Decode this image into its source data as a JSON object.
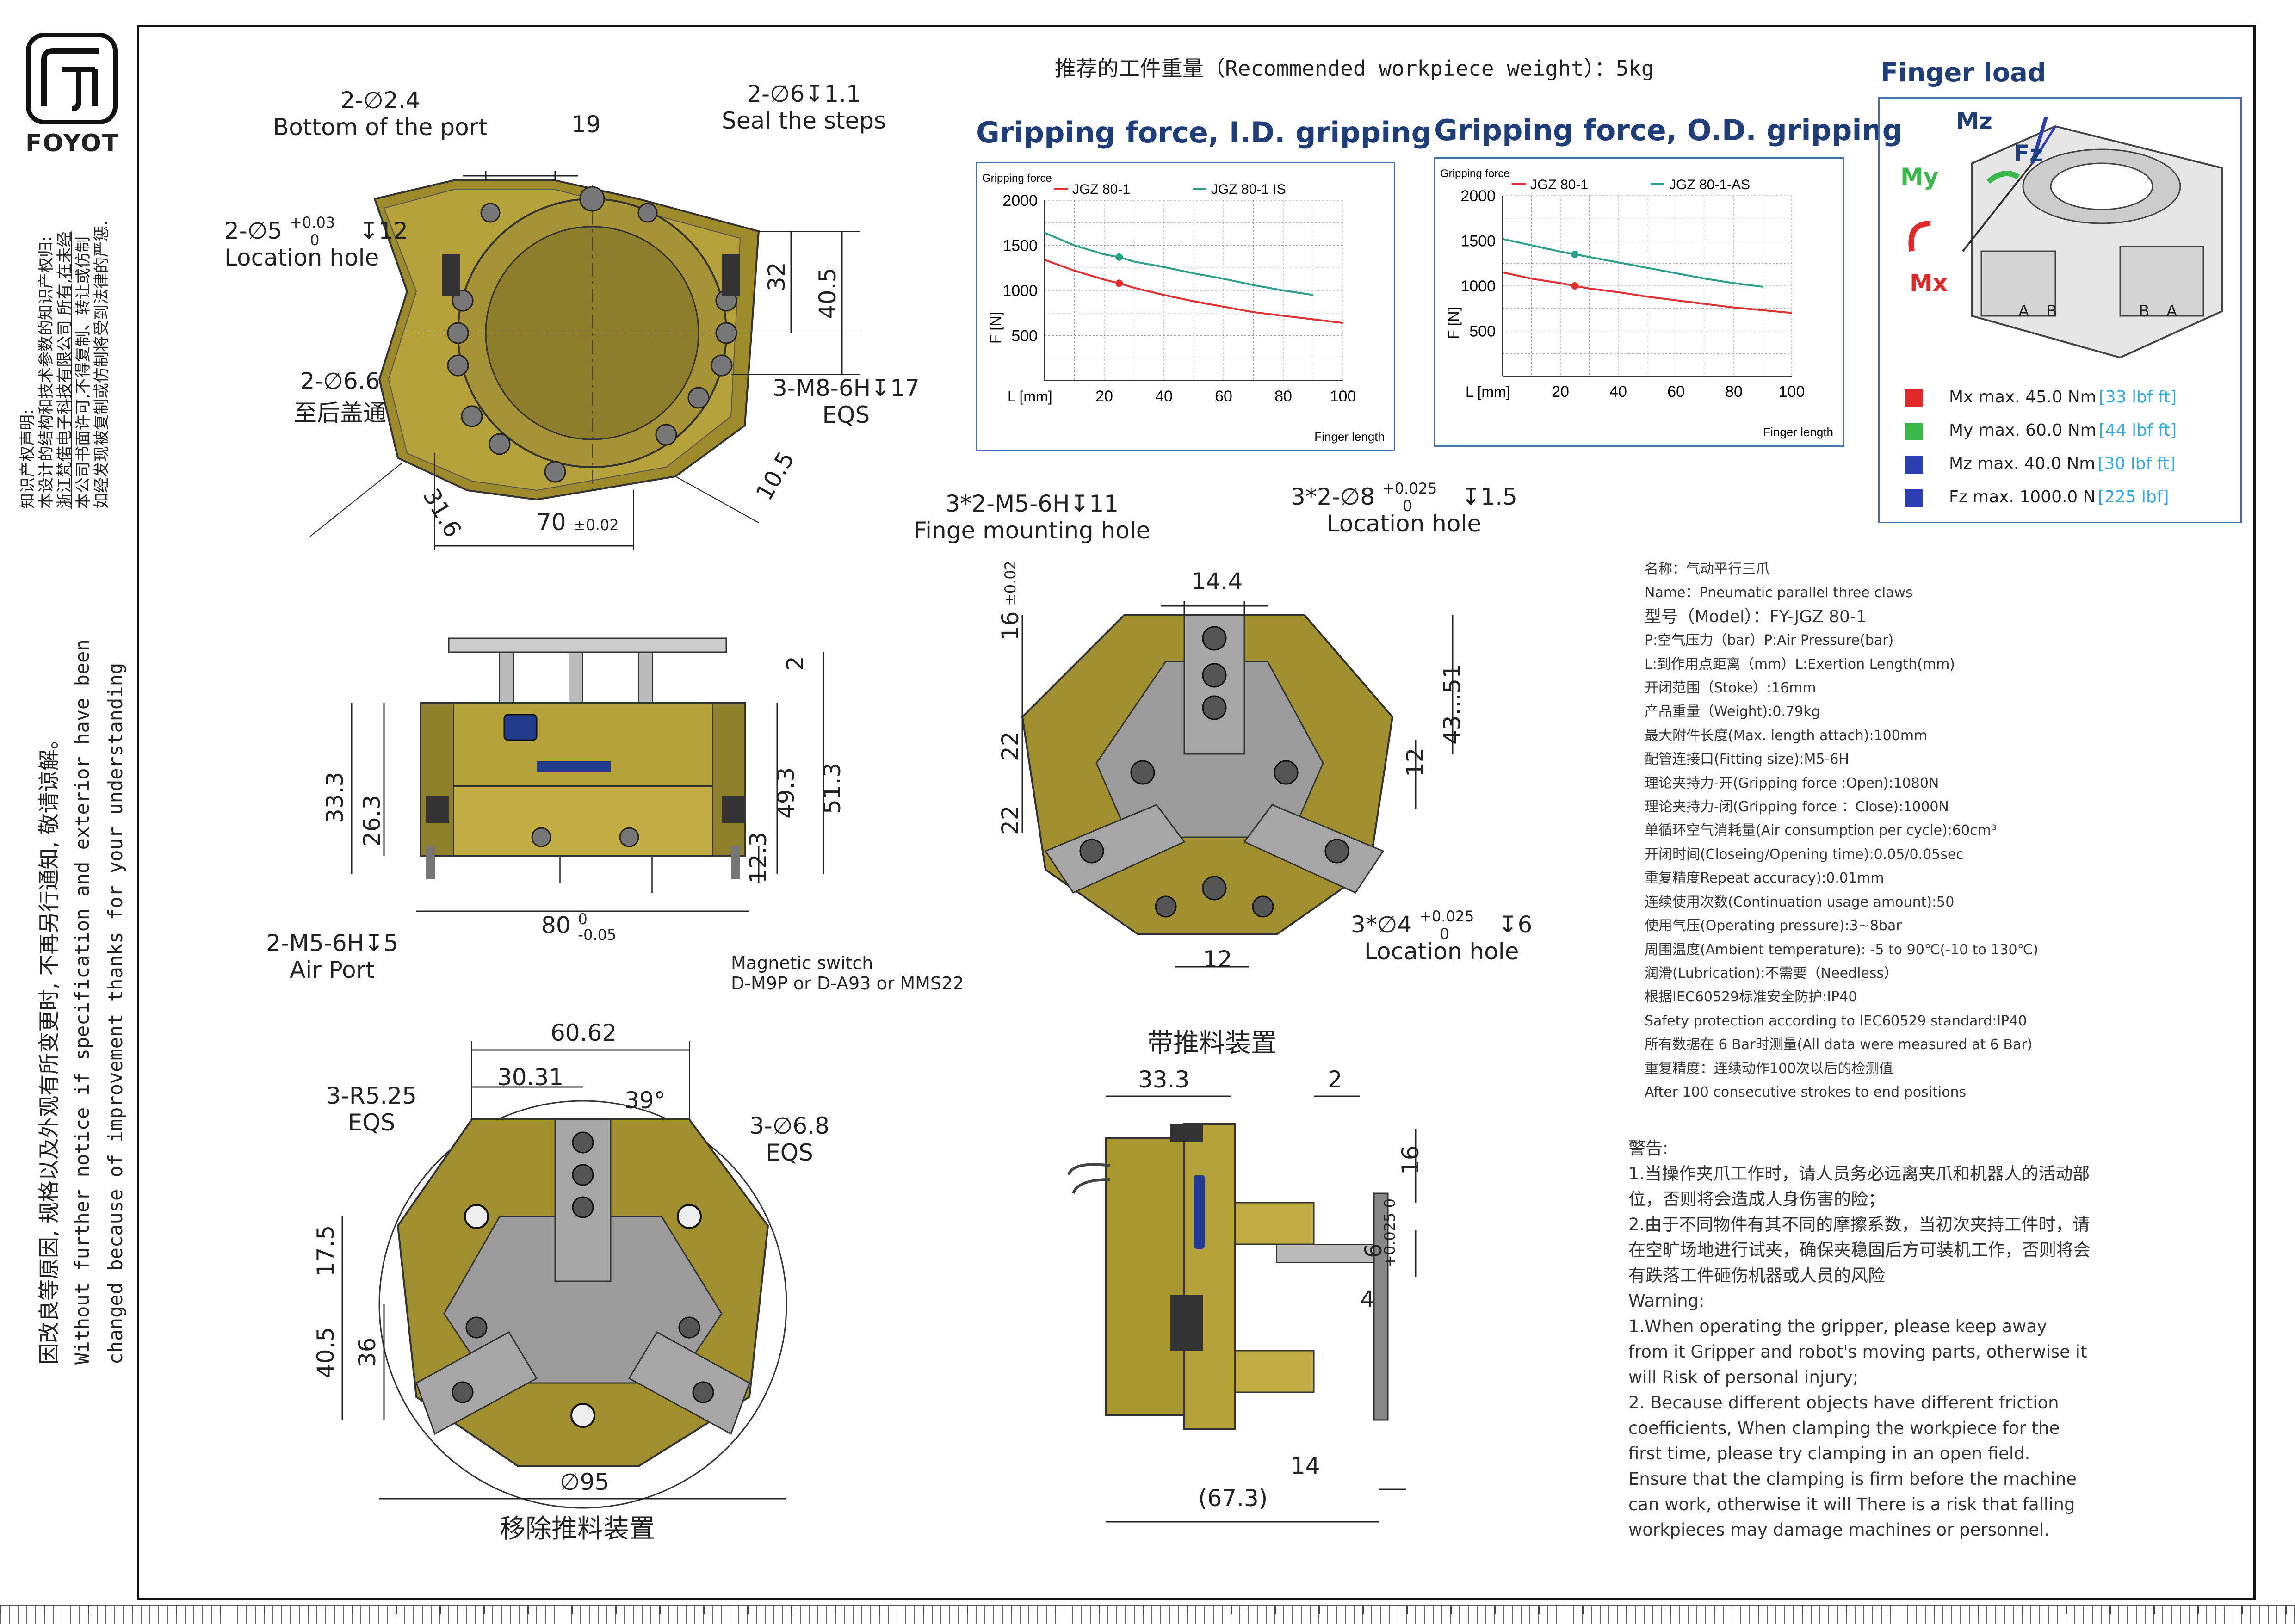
{
  "logo": {
    "text": "FOYOT"
  },
  "side_notes": {
    "ip_title": "知识产权声明:",
    "ip_lines": [
      "本设计的结构和技术参数的知识产权归:",
      "浙江梵偌电子科技有限公司 所有,在未经",
      "本公司书面许可,不得复制、转让或仿制",
      "如经发现被复制或仿制将受到法律的严惩."
    ],
    "change_cn": "因改良等原因, 规格以及外观有所变更时, 不再另行通知, 敬请谅解。",
    "change_en1": "Without further notice if specification and exterior have been",
    "change_en2": "changed because of improvement thanks for your understanding"
  },
  "header": {
    "recommended_weight": "推荐的工件重量（Recommended workpiece weight）：5kg"
  },
  "top_view": {
    "port": [
      "2-∅2.4",
      "Bottom of the port"
    ],
    "seal": [
      "2-∅6↧1.1",
      "Seal the steps"
    ],
    "dim_19": "19",
    "location_hole": [
      "2-∅5",
      "+0.03",
      "0",
      "↧12",
      "Location hole"
    ],
    "dim_32": "32",
    "dim_40_5": "40.5",
    "through": [
      "2-∅6.6",
      "至后盖通"
    ],
    "thread": [
      "3-M8-6H↧17",
      "EQS"
    ],
    "dim_10_5": "10.5",
    "dim_31_6": "31.6",
    "dim_70": "70",
    "dim_70_tol": "±0.02"
  },
  "side_view": {
    "dim_2": "2",
    "dim_33_3": "33.3",
    "dim_26_3": "26.3",
    "dim_49_3": "49.3",
    "dim_51_3": "51.3",
    "dim_12_3": "12.3",
    "dim_80": "80",
    "dim_80_tol": [
      "0",
      "-0.05"
    ],
    "air_port": [
      "2-M5-6H↧5",
      "Air Port"
    ],
    "magnetic": [
      "Magnetic switch",
      "D-M9P or D-A93 or MMS22"
    ]
  },
  "front_view": {
    "finger_mount": [
      "3*2-M5-6H↧11",
      "Finge mounting hole"
    ],
    "location_hole": [
      "3*2-∅8",
      "+0.025",
      "0",
      "↧1.5",
      "Location hole"
    ],
    "dim_14_4": "14.4",
    "dim_16": "16",
    "dim_16_tol": "±0.02",
    "dim_22a": "22",
    "dim_22b": "22",
    "dim_43_51": "43...51",
    "dim_12": "12",
    "dim_12b": "12",
    "location_hole2": [
      "3*∅4",
      "+0.025",
      "0",
      "↧6",
      "Location hole"
    ]
  },
  "bottom_view": {
    "dim_60_62": "60.62",
    "dim_30_31": "30.31",
    "angle": "39°",
    "r525": [
      "3-R5.25",
      "EQS"
    ],
    "d68": [
      "3-∅6.8",
      "EQS"
    ],
    "dim_17_5": "17.5",
    "dim_40_5": "40.5",
    "dim_36": "36",
    "dim_95": "∅95",
    "caption": "移除推料装置"
  },
  "push_view": {
    "caption": "带推料装置",
    "dim_33_3": "33.3",
    "dim_2": "2",
    "dim_16": "16",
    "dim_6": "6",
    "dim_6_tol": [
      "+0.025",
      "0"
    ],
    "dim_4": "4",
    "dim_14": "14",
    "dim_67_3": "(67.3)"
  },
  "chart_data": [
    {
      "type": "line",
      "title": "Gripping force, I.D. gripping",
      "ylabel_top": "Gripping force",
      "ylabel": "F [N]",
      "xlabel": "L [mm]",
      "xlabel_right": "Finger length",
      "xlim": [
        0,
        100
      ],
      "ylim": [
        0,
        2000
      ],
      "xticks": [
        20,
        40,
        60,
        80,
        100
      ],
      "yticks": [
        500,
        1000,
        1500,
        2000
      ],
      "grid": true,
      "legend": "top",
      "series": [
        {
          "name": "JGZ 80-1",
          "color": "#e03030",
          "x": [
            0,
            10,
            20,
            25,
            30,
            40,
            50,
            60,
            70,
            80,
            90,
            100
          ],
          "y": [
            1340,
            1220,
            1120,
            1080,
            1030,
            950,
            880,
            820,
            760,
            720,
            680,
            640
          ],
          "marker_x": 25,
          "marker_y": 1080
        },
        {
          "name": "JGZ 80-1 IS",
          "color": "#2aa089",
          "x": [
            0,
            10,
            20,
            25,
            30,
            40,
            50,
            60,
            70,
            80,
            90
          ],
          "y": [
            1640,
            1500,
            1400,
            1370,
            1320,
            1260,
            1190,
            1130,
            1060,
            1000,
            950
          ],
          "marker_x": 25,
          "marker_y": 1370
        }
      ]
    },
    {
      "type": "line",
      "title": "Gripping force, O.D. gripping",
      "ylabel_top": "Gripping force",
      "ylabel": "F [N]",
      "xlabel": "L [mm]",
      "xlabel_right": "Finger length",
      "xlim": [
        0,
        100
      ],
      "ylim": [
        0,
        2000
      ],
      "xticks": [
        20,
        40,
        60,
        80,
        100
      ],
      "yticks": [
        500,
        1000,
        1500,
        2000
      ],
      "grid": true,
      "legend": "top",
      "series": [
        {
          "name": "JGZ 80-1",
          "color": "#e03030",
          "x": [
            0,
            10,
            20,
            25,
            30,
            40,
            50,
            60,
            70,
            80,
            90,
            100
          ],
          "y": [
            1150,
            1080,
            1030,
            1000,
            970,
            930,
            880,
            840,
            800,
            760,
            730,
            700
          ],
          "marker_x": 25,
          "marker_y": 1000
        },
        {
          "name": "JGZ 80-1-AS",
          "color": "#2aa089",
          "x": [
            0,
            10,
            20,
            25,
            30,
            40,
            50,
            60,
            70,
            80,
            90
          ],
          "y": [
            1520,
            1450,
            1380,
            1350,
            1320,
            1260,
            1200,
            1140,
            1080,
            1030,
            990
          ],
          "marker_x": 25,
          "marker_y": 1350
        }
      ]
    }
  ],
  "finger_load": {
    "title": "Finger load",
    "axis_labels": [
      "Mz",
      "Fz",
      "My",
      "Mx"
    ],
    "face_labels": [
      "A",
      "B",
      "B",
      "A"
    ],
    "items": [
      {
        "label": "Mx max. 45.0 Nm",
        "imperial": "[33 lbf ft]",
        "color": "#e02a2a"
      },
      {
        "label": "My max. 60.0 Nm",
        "imperial": "[44 lbf ft]",
        "color": "#3bb84a"
      },
      {
        "label": "Mz max. 40.0 Nm",
        "imperial": "[30 lbf ft]",
        "color": "#2c3fb0"
      },
      {
        "label": "Fz max. 1000.0 N",
        "imperial": "[225 lbf]",
        "color": "#2c3fb0"
      }
    ]
  },
  "specs": [
    "名称：气动平行三爪",
    "Name：Pneumatic parallel three claws",
    "型号（Model）：FY-JGZ 80-1",
    "P:空气压力（bar）P:Air Pressure(bar)",
    "L:到作用点距离（mm）L:Exertion Length(mm)",
    "开闭范围（Stoke）:16mm",
    "产品重量（Weight):0.79kg",
    "最大附件长度(Max. length attach):100mm",
    "配管连接口(Fitting size):M5-6H",
    "理论夹持力-开(Gripping force :Open):1080N",
    "理论夹持力-闭(Gripping force ：Close):1000N",
    "单循环空气消耗量(Air consumption per cycle):60cm³",
    "开闭时间(Closeing/Opening time):0.05/0.05sec",
    "重复精度Repeat accuracy):0.01mm",
    "连续使用次数(Continuation usage amount):50",
    "使用气压(Operating pressure):3~8bar",
    "周围温度(Ambient temperature): -5 to 90℃(-10 to 130℃)",
    "润滑(Lubrication):不需要（Needless）",
    "根据IEC60529标准安全防护:IP40",
    "Safety protection according to IEC60529 standard:IP40",
    "所有数据在 6 Bar时测量(All data were measured at 6 Bar)",
    "重复精度：连续动作100次以后的检测值",
    "After 100 consecutive strokes to end positions"
  ],
  "warnings": {
    "title_cn": "警告:",
    "cn1": "1.当操作夹爪工作时，请人员务必远离夹爪和机器人的活动部位，否则将会造成人身伤害的险；",
    "cn2": "2.由于不同物件有其不同的摩擦系数，当初次夹持工件时，请在空旷场地进行试夹，确保夹稳固后方可装机工作，否则将会有跌落工件砸伤机器或人员的风险",
    "title_en": "Warning:",
    "en1": "1.When operating the gripper, please keep away from it Gripper and robot's moving parts, otherwise it will Risk of personal injury;",
    "en2": "2. Because different objects have different friction coefficients, When clamping the workpiece for the first time, please try clamping in an open field. Ensure that the clamping is firm before the machine can work, otherwise it will There is a risk that falling workpieces may damage machines or personnel."
  }
}
